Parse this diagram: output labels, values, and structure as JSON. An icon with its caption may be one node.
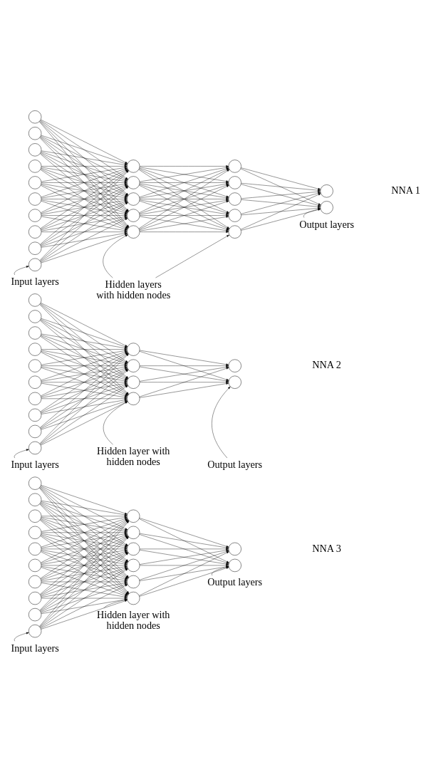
{
  "diagram": {
    "nodes": [
      {
        "text": [],
        "shape": "circle"
      },
      {
        "text": [],
        "shape": "circle"
      },
      {
        "text": [],
        "shape": "circle"
      },
      {
        "text": [],
        "shape": "circle"
      },
      {
        "text": [],
        "shape": "circle"
      },
      {
        "text": [],
        "shape": "circle"
      },
      {
        "text": [],
        "shape": "circle"
      },
      {
        "text": [],
        "shape": "circle"
      },
      {
        "text": [],
        "shape": "circle"
      },
      {
        "text": [],
        "shape": "circle"
      },
      {
        "text": [],
        "shape": "circle"
      },
      {
        "text": [],
        "shape": "circle"
      },
      {
        "text": [],
        "shape": "circle"
      },
      {
        "text": [],
        "shape": "circle"
      },
      {
        "text": [],
        "shape": "circle"
      },
      {
        "text": [],
        "shape": "circle"
      },
      {
        "text": [],
        "shape": "circle"
      },
      {
        "text": [],
        "shape": "circle"
      },
      {
        "text": [],
        "shape": "circle"
      },
      {
        "text": [],
        "shape": "circle"
      },
      {
        "text": [],
        "shape": "circle"
      },
      {
        "text": [],
        "shape": "circle"
      },
      {
        "text": [
          "Input layers"
        ]
      },
      {
        "text": [
          "Hidden layers with hidden nodes"
        ]
      },
      {
        "text": [
          "Output layers"
        ]
      },
      {
        "text": [],
        "shape": "circle"
      },
      {
        "text": [],
        "shape": "circle"
      },
      {
        "text": [],
        "shape": "circle"
      },
      {
        "text": [],
        "shape": "circle"
      },
      {
        "text": [],
        "shape": "circle"
      },
      {
        "text": [],
        "shape": "circle"
      },
      {
        "text": [],
        "shape": "circle"
      },
      {
        "text": [],
        "shape": "circle"
      },
      {
        "text": [],
        "shape": "circle"
      },
      {
        "text": [],
        "shape": "circle"
      },
      {
        "text": [],
        "shape": "circle"
      },
      {
        "text": [],
        "shape": "circle"
      },
      {
        "text": [],
        "shape": "circle"
      },
      {
        "text": [],
        "shape": "circle"
      },
      {
        "text": [],
        "shape": "circle"
      },
      {
        "text": [],
        "shape": "circle"
      },
      {
        "text": [
          "Input layers"
        ]
      },
      {
        "text": [
          "Hidden layer with hidden nodes"
        ]
      },
      {
        "text": [
          "Output layers"
        ]
      },
      {
        "text": [],
        "shape": "circle"
      },
      {
        "text": [],
        "shape": "circle"
      },
      {
        "text": [],
        "shape": "circle"
      },
      {
        "text": [],
        "shape": "circle"
      },
      {
        "text": [],
        "shape": "circle"
      },
      {
        "text": [],
        "shape": "circle"
      },
      {
        "text": [],
        "shape": "circle"
      },
      {
        "text": [],
        "shape": "circle"
      },
      {
        "text": [],
        "shape": "circle"
      },
      {
        "text": [],
        "shape": "circle"
      },
      {
        "text": [],
        "shape": "circle"
      },
      {
        "text": [],
        "shape": "circle"
      },
      {
        "text": [],
        "shape": "circle"
      },
      {
        "text": [],
        "shape": "circle"
      },
      {
        "text": [],
        "shape": "circle"
      },
      {
        "text": [],
        "shape": "circle"
      },
      {
        "text": [],
        "shape": "circle"
      },
      {
        "text": [],
        "shape": "circle"
      },
      {
        "text": [
          "Input layers"
        ]
      },
      {
        "text": [
          "Hidden layer with hidden nodes"
        ]
      },
      {
        "text": [
          "Output layers"
        ]
      }
    ],
    "edges": [
      {
        "from": 0,
        "to": 10,
        "arrow": "to"
      },
      {
        "from": 0,
        "to": 11,
        "arrow": "to"
      },
      {
        "from": 0,
        "to": 12,
        "arrow": "to"
      },
      {
        "from": 0,
        "to": 13,
        "arrow": "to"
      },
      {
        "from": 0,
        "to": 14,
        "arrow": "to"
      },
      {
        "from": 1,
        "to": 10,
        "arrow": "to"
      },
      {
        "from": 1,
        "to": 11,
        "arrow": "to"
      },
      {
        "from": 1,
        "to": 12,
        "arrow": "to"
      },
      {
        "from": 1,
        "to": 13,
        "arrow": "to"
      },
      {
        "from": 1,
        "to": 14,
        "arrow": "to"
      },
      {
        "from": 2,
        "to": 10,
        "arrow": "to"
      },
      {
        "from": 2,
        "to": 11,
        "arrow": "to"
      },
      {
        "from": 2,
        "to": 12,
        "arrow": "to"
      },
      {
        "from": 2,
        "to": 13,
        "arrow": "to"
      },
      {
        "from": 2,
        "to": 14,
        "arrow": "to"
      },
      {
        "from": 3,
        "to": 10,
        "arrow": "to"
      },
      {
        "from": 3,
        "to": 11,
        "arrow": "to"
      },
      {
        "from": 3,
        "to": 12,
        "arrow": "to"
      },
      {
        "from": 3,
        "to": 13,
        "arrow": "to"
      },
      {
        "from": 3,
        "to": 14,
        "arrow": "to"
      },
      {
        "from": 4,
        "to": 10,
        "arrow": "to"
      },
      {
        "from": 4,
        "to": 11,
        "arrow": "to"
      },
      {
        "from": 4,
        "to": 12,
        "arrow": "to"
      },
      {
        "from": 4,
        "to": 13,
        "arrow": "to"
      },
      {
        "from": 4,
        "to": 14,
        "arrow": "to"
      },
      {
        "from": 5,
        "to": 10,
        "arrow": "to"
      },
      {
        "from": 5,
        "to": 11,
        "arrow": "to"
      },
      {
        "from": 5,
        "to": 12,
        "arrow": "to"
      },
      {
        "from": 5,
        "to": 13,
        "arrow": "to"
      },
      {
        "from": 5,
        "to": 14,
        "arrow": "to"
      },
      {
        "from": 6,
        "to": 10,
        "arrow": "to"
      },
      {
        "from": 6,
        "to": 11,
        "arrow": "to"
      },
      {
        "from": 6,
        "to": 12,
        "arrow": "to"
      },
      {
        "from": 6,
        "to": 13,
        "arrow": "to"
      },
      {
        "from": 6,
        "to": 14,
        "arrow": "to"
      },
      {
        "from": 7,
        "to": 10,
        "arrow": "to"
      },
      {
        "from": 7,
        "to": 11,
        "arrow": "to"
      },
      {
        "from": 7,
        "to": 12,
        "arrow": "to"
      },
      {
        "from": 7,
        "to": 13,
        "arrow": "to"
      },
      {
        "from": 7,
        "to": 14,
        "arrow": "to"
      },
      {
        "from": 8,
        "to": 10,
        "arrow": "to"
      },
      {
        "from": 8,
        "to": 11,
        "arrow": "to"
      },
      {
        "from": 8,
        "to": 12,
        "arrow": "to"
      },
      {
        "from": 8,
        "to": 13,
        "arrow": "to"
      },
      {
        "from": 8,
        "to": 14,
        "arrow": "to"
      },
      {
        "from": 9,
        "to": 10,
        "arrow": "to"
      },
      {
        "from": 9,
        "to": 11,
        "arrow": "to"
      },
      {
        "from": 9,
        "to": 12,
        "arrow": "to"
      },
      {
        "from": 9,
        "to": 13,
        "arrow": "to"
      },
      {
        "from": 9,
        "to": 14,
        "arrow": "to"
      },
      {
        "from": 10,
        "to": 15,
        "arrow": "to"
      },
      {
        "from": 10,
        "to": 16,
        "arrow": "to"
      },
      {
        "from": 10,
        "to": 17,
        "arrow": "to"
      },
      {
        "from": 10,
        "to": 18,
        "arrow": "to"
      },
      {
        "from": 10,
        "to": 19,
        "arrow": "to"
      },
      {
        "from": 11,
        "to": 15,
        "arrow": "to"
      },
      {
        "from": 11,
        "to": 16,
        "arrow": "to"
      },
      {
        "from": 11,
        "to": 17,
        "arrow": "to"
      },
      {
        "from": 11,
        "to": 18,
        "arrow": "to"
      },
      {
        "from": 11,
        "to": 19,
        "arrow": "to"
      },
      {
        "from": 12,
        "to": 15,
        "arrow": "to"
      },
      {
        "from": 12,
        "to": 16,
        "arrow": "to"
      },
      {
        "from": 12,
        "to": 17,
        "arrow": "to"
      },
      {
        "from": 12,
        "to": 18,
        "arrow": "to"
      },
      {
        "from": 12,
        "to": 19,
        "arrow": "to"
      },
      {
        "from": 13,
        "to": 15,
        "arrow": "to"
      },
      {
        "from": 13,
        "to": 16,
        "arrow": "to"
      },
      {
        "from": 13,
        "to": 17,
        "arrow": "to"
      },
      {
        "from": 13,
        "to": 18,
        "arrow": "to"
      },
      {
        "from": 13,
        "to": 19,
        "arrow": "to"
      },
      {
        "from": 14,
        "to": 15,
        "arrow": "to"
      },
      {
        "from": 14,
        "to": 16,
        "arrow": "to"
      },
      {
        "from": 14,
        "to": 17,
        "arrow": "to"
      },
      {
        "from": 14,
        "to": 18,
        "arrow": "to"
      },
      {
        "from": 14,
        "to": 19,
        "arrow": "to"
      },
      {
        "from": 15,
        "to": 20,
        "arrow": "to"
      },
      {
        "from": 15,
        "to": 21,
        "arrow": "to"
      },
      {
        "from": 16,
        "to": 20,
        "arrow": "to"
      },
      {
        "from": 16,
        "to": 21,
        "arrow": "to"
      },
      {
        "from": 17,
        "to": 20,
        "arrow": "to"
      },
      {
        "from": 17,
        "to": 21,
        "arrow": "to"
      },
      {
        "from": 18,
        "to": 20,
        "arrow": "to"
      },
      {
        "from": 18,
        "to": 21,
        "arrow": "to"
      },
      {
        "from": 19,
        "to": 20,
        "arrow": "to"
      },
      {
        "from": 19,
        "to": 21,
        "arrow": "to"
      },
      {
        "from": 22,
        "to": 9,
        "arrow": "to"
      },
      {
        "from": 23,
        "to": 14,
        "arrow": "to"
      },
      {
        "from": 23,
        "to": 19,
        "arrow": "to"
      },
      {
        "from": 24,
        "to": 21,
        "arrow": "to"
      },
      {
        "from": 25,
        "to": 35,
        "arrow": "to"
      },
      {
        "from": 25,
        "to": 36,
        "arrow": "to"
      },
      {
        "from": 25,
        "to": 37,
        "arrow": "to"
      },
      {
        "from": 25,
        "to": 38,
        "arrow": "to"
      },
      {
        "from": 26,
        "to": 35,
        "arrow": "to"
      },
      {
        "from": 26,
        "to": 36,
        "arrow": "to"
      },
      {
        "from": 26,
        "to": 37,
        "arrow": "to"
      },
      {
        "from": 26,
        "to": 38,
        "arrow": "to"
      },
      {
        "from": 27,
        "to": 35,
        "arrow": "to"
      },
      {
        "from": 27,
        "to": 36,
        "arrow": "to"
      },
      {
        "from": 27,
        "to": 37,
        "arrow": "to"
      },
      {
        "from": 27,
        "to": 38,
        "arrow": "to"
      },
      {
        "from": 28,
        "to": 35,
        "arrow": "to"
      },
      {
        "from": 28,
        "to": 36,
        "arrow": "to"
      },
      {
        "from": 28,
        "to": 37,
        "arrow": "to"
      },
      {
        "from": 28,
        "to": 38,
        "arrow": "to"
      },
      {
        "from": 29,
        "to": 35,
        "arrow": "to"
      },
      {
        "from": 29,
        "to": 36,
        "arrow": "to"
      },
      {
        "from": 29,
        "to": 37,
        "arrow": "to"
      },
      {
        "from": 29,
        "to": 38,
        "arrow": "to"
      },
      {
        "from": 30,
        "to": 35,
        "arrow": "to"
      },
      {
        "from": 30,
        "to": 36,
        "arrow": "to"
      },
      {
        "from": 30,
        "to": 37,
        "arrow": "to"
      },
      {
        "from": 30,
        "to": 38,
        "arrow": "to"
      },
      {
        "from": 31,
        "to": 35,
        "arrow": "to"
      },
      {
        "from": 31,
        "to": 36,
        "arrow": "to"
      },
      {
        "from": 31,
        "to": 37,
        "arrow": "to"
      },
      {
        "from": 31,
        "to": 38,
        "arrow": "to"
      },
      {
        "from": 32,
        "to": 35,
        "arrow": "to"
      },
      {
        "from": 32,
        "to": 36,
        "arrow": "to"
      },
      {
        "from": 32,
        "to": 37,
        "arrow": "to"
      },
      {
        "from": 32,
        "to": 38,
        "arrow": "to"
      },
      {
        "from": 33,
        "to": 35,
        "arrow": "to"
      },
      {
        "from": 33,
        "to": 36,
        "arrow": "to"
      },
      {
        "from": 33,
        "to": 37,
        "arrow": "to"
      },
      {
        "from": 33,
        "to": 38,
        "arrow": "to"
      },
      {
        "from": 34,
        "to": 35,
        "arrow": "to"
      },
      {
        "from": 34,
        "to": 36,
        "arrow": "to"
      },
      {
        "from": 34,
        "to": 37,
        "arrow": "to"
      },
      {
        "from": 34,
        "to": 38,
        "arrow": "to"
      },
      {
        "from": 35,
        "to": 39,
        "arrow": "to"
      },
      {
        "from": 35,
        "to": 40,
        "arrow": "to"
      },
      {
        "from": 36,
        "to": 39,
        "arrow": "to"
      },
      {
        "from": 36,
        "to": 40,
        "arrow": "to"
      },
      {
        "from": 37,
        "to": 39,
        "arrow": "to"
      },
      {
        "from": 37,
        "to": 40,
        "arrow": "to"
      },
      {
        "from": 38,
        "to": 39,
        "arrow": "to"
      },
      {
        "from": 38,
        "to": 40,
        "arrow": "to"
      },
      {
        "from": 41,
        "to": 34,
        "arrow": "to"
      },
      {
        "from": 42,
        "to": 38,
        "arrow": "to"
      },
      {
        "from": 43,
        "to": 40,
        "arrow": "to"
      },
      {
        "from": 44,
        "to": 54,
        "arrow": "to"
      },
      {
        "from": 44,
        "to": 55,
        "arrow": "to"
      },
      {
        "from": 44,
        "to": 56,
        "arrow": "to"
      },
      {
        "from": 44,
        "to": 57,
        "arrow": "to"
      },
      {
        "from": 44,
        "to": 58,
        "arrow": "to"
      },
      {
        "from": 44,
        "to": 59,
        "arrow": "to"
      },
      {
        "from": 45,
        "to": 54,
        "arrow": "to"
      },
      {
        "from": 45,
        "to": 55,
        "arrow": "to"
      },
      {
        "from": 45,
        "to": 56,
        "arrow": "to"
      },
      {
        "from": 45,
        "to": 57,
        "arrow": "to"
      },
      {
        "from": 45,
        "to": 58,
        "arrow": "to"
      },
      {
        "from": 45,
        "to": 59,
        "arrow": "to"
      },
      {
        "from": 46,
        "to": 54,
        "arrow": "to"
      },
      {
        "from": 46,
        "to": 55,
        "arrow": "to"
      },
      {
        "from": 46,
        "to": 56,
        "arrow": "to"
      },
      {
        "from": 46,
        "to": 57,
        "arrow": "to"
      },
      {
        "from": 46,
        "to": 58,
        "arrow": "to"
      },
      {
        "from": 46,
        "to": 59,
        "arrow": "to"
      },
      {
        "from": 47,
        "to": 54,
        "arrow": "to"
      },
      {
        "from": 47,
        "to": 55,
        "arrow": "to"
      },
      {
        "from": 47,
        "to": 56,
        "arrow": "to"
      },
      {
        "from": 47,
        "to": 57,
        "arrow": "to"
      },
      {
        "from": 47,
        "to": 58,
        "arrow": "to"
      },
      {
        "from": 47,
        "to": 59,
        "arrow": "to"
      },
      {
        "from": 48,
        "to": 54,
        "arrow": "to"
      },
      {
        "from": 48,
        "to": 55,
        "arrow": "to"
      },
      {
        "from": 48,
        "to": 56,
        "arrow": "to"
      },
      {
        "from": 48,
        "to": 57,
        "arrow": "to"
      },
      {
        "from": 48,
        "to": 58,
        "arrow": "to"
      },
      {
        "from": 48,
        "to": 59,
        "arrow": "to"
      },
      {
        "from": 49,
        "to": 54,
        "arrow": "to"
      },
      {
        "from": 49,
        "to": 55,
        "arrow": "to"
      },
      {
        "from": 49,
        "to": 56,
        "arrow": "to"
      },
      {
        "from": 49,
        "to": 57,
        "arrow": "to"
      },
      {
        "from": 49,
        "to": 58,
        "arrow": "to"
      },
      {
        "from": 49,
        "to": 59,
        "arrow": "to"
      },
      {
        "from": 50,
        "to": 54,
        "arrow": "to"
      },
      {
        "from": 50,
        "to": 55,
        "arrow": "to"
      },
      {
        "from": 50,
        "to": 56,
        "arrow": "to"
      },
      {
        "from": 50,
        "to": 57,
        "arrow": "to"
      },
      {
        "from": 50,
        "to": 58,
        "arrow": "to"
      },
      {
        "from": 50,
        "to": 59,
        "arrow": "to"
      },
      {
        "from": 51,
        "to": 54,
        "arrow": "to"
      },
      {
        "from": 51,
        "to": 55,
        "arrow": "to"
      },
      {
        "from": 51,
        "to": 56,
        "arrow": "to"
      },
      {
        "from": 51,
        "to": 57,
        "arrow": "to"
      },
      {
        "from": 51,
        "to": 58,
        "arrow": "to"
      },
      {
        "from": 51,
        "to": 59,
        "arrow": "to"
      },
      {
        "from": 52,
        "to": 54,
        "arrow": "to"
      },
      {
        "from": 52,
        "to": 55,
        "arrow": "to"
      },
      {
        "from": 52,
        "to": 56,
        "arrow": "to"
      },
      {
        "from": 52,
        "to": 57,
        "arrow": "to"
      },
      {
        "from": 52,
        "to": 58,
        "arrow": "to"
      },
      {
        "from": 52,
        "to": 59,
        "arrow": "to"
      },
      {
        "from": 53,
        "to": 54,
        "arrow": "to"
      },
      {
        "from": 53,
        "to": 55,
        "arrow": "to"
      },
      {
        "from": 53,
        "to": 56,
        "arrow": "to"
      },
      {
        "from": 53,
        "to": 57,
        "arrow": "to"
      },
      {
        "from": 53,
        "to": 58,
        "arrow": "to"
      },
      {
        "from": 53,
        "to": 59,
        "arrow": "to"
      },
      {
        "from": 54,
        "to": 60,
        "arrow": "to"
      },
      {
        "from": 54,
        "to": 61,
        "arrow": "to"
      },
      {
        "from": 55,
        "to": 60,
        "arrow": "to"
      },
      {
        "from": 55,
        "to": 61,
        "arrow": "to"
      },
      {
        "from": 56,
        "to": 60,
        "arrow": "to"
      },
      {
        "from": 56,
        "to": 61,
        "arrow": "to"
      },
      {
        "from": 57,
        "to": 60,
        "arrow": "to"
      },
      {
        "from": 57,
        "to": 61,
        "arrow": "to"
      },
      {
        "from": 58,
        "to": 60,
        "arrow": "to"
      },
      {
        "from": 58,
        "to": 61,
        "arrow": "to"
      },
      {
        "from": 59,
        "to": 60,
        "arrow": "to"
      },
      {
        "from": 59,
        "to": 61,
        "arrow": "to"
      },
      {
        "from": 62,
        "to": 53,
        "arrow": "to"
      },
      {
        "from": 63,
        "to": 59,
        "arrow": "to"
      },
      {
        "from": 64,
        "to": 61,
        "arrow": "to"
      }
    ],
    "labels": [
      "NNA 1",
      "NNA 2",
      "NNA 3"
    ]
  }
}
